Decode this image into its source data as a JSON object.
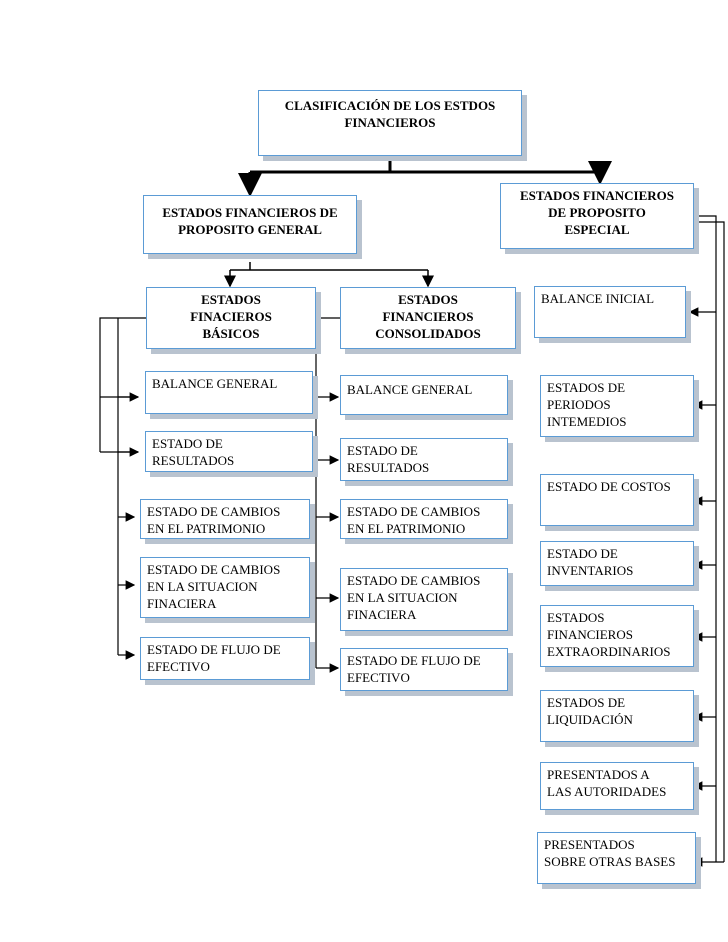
{
  "root": "CLASIFICACIÓN DE LOS ESTDOS\nFINANCIEROS",
  "general": {
    "title": "ESTADOS FINANCIEROS DE\nPROPOSITO GENERAL",
    "basicos": {
      "title": "ESTADOS\nFINACIEROS\nBÁSICOS",
      "items": [
        "BALANCE GENERAL",
        "ESTADO DE\nRESULTADOS",
        "ESTADO DE CAMBIOS\nEN EL PATRIMONIO",
        "ESTADO DE CAMBIOS\nEN LA SITUACION\nFINACIERA",
        "ESTADO DE FLUJO DE\nEFECTIVO"
      ]
    },
    "consolidados": {
      "title": "ESTADOS\nFINANCIEROS\nCONSOLIDADOS",
      "items": [
        "BALANCE GENERAL",
        "ESTADO DE\nRESULTADOS",
        "ESTADO DE CAMBIOS\nEN EL PATRIMONIO",
        "ESTADO DE CAMBIOS\nEN LA SITUACION\nFINACIERA",
        "ESTADO DE FLUJO DE\nEFECTIVO"
      ]
    }
  },
  "especial": {
    "title": "ESTADOS FINANCIEROS\nDE PROPOSITO\nESPECIAL",
    "items": [
      "BALANCE INICIAL",
      "ESTADOS DE\nPERIODOS\nINTEMEDIOS",
      "ESTADO DE COSTOS",
      "ESTADO DE\nINVENTARIOS",
      "ESTADOS\nFINANCIEROS\nEXTRAORDINARIOS",
      "ESTADOS DE\nLIQUIDACIÓN",
      "PRESENTADOS A\nLAS AUTORIDADES",
      "PRESENTADOS\nSOBRE OTRAS BASES"
    ]
  }
}
